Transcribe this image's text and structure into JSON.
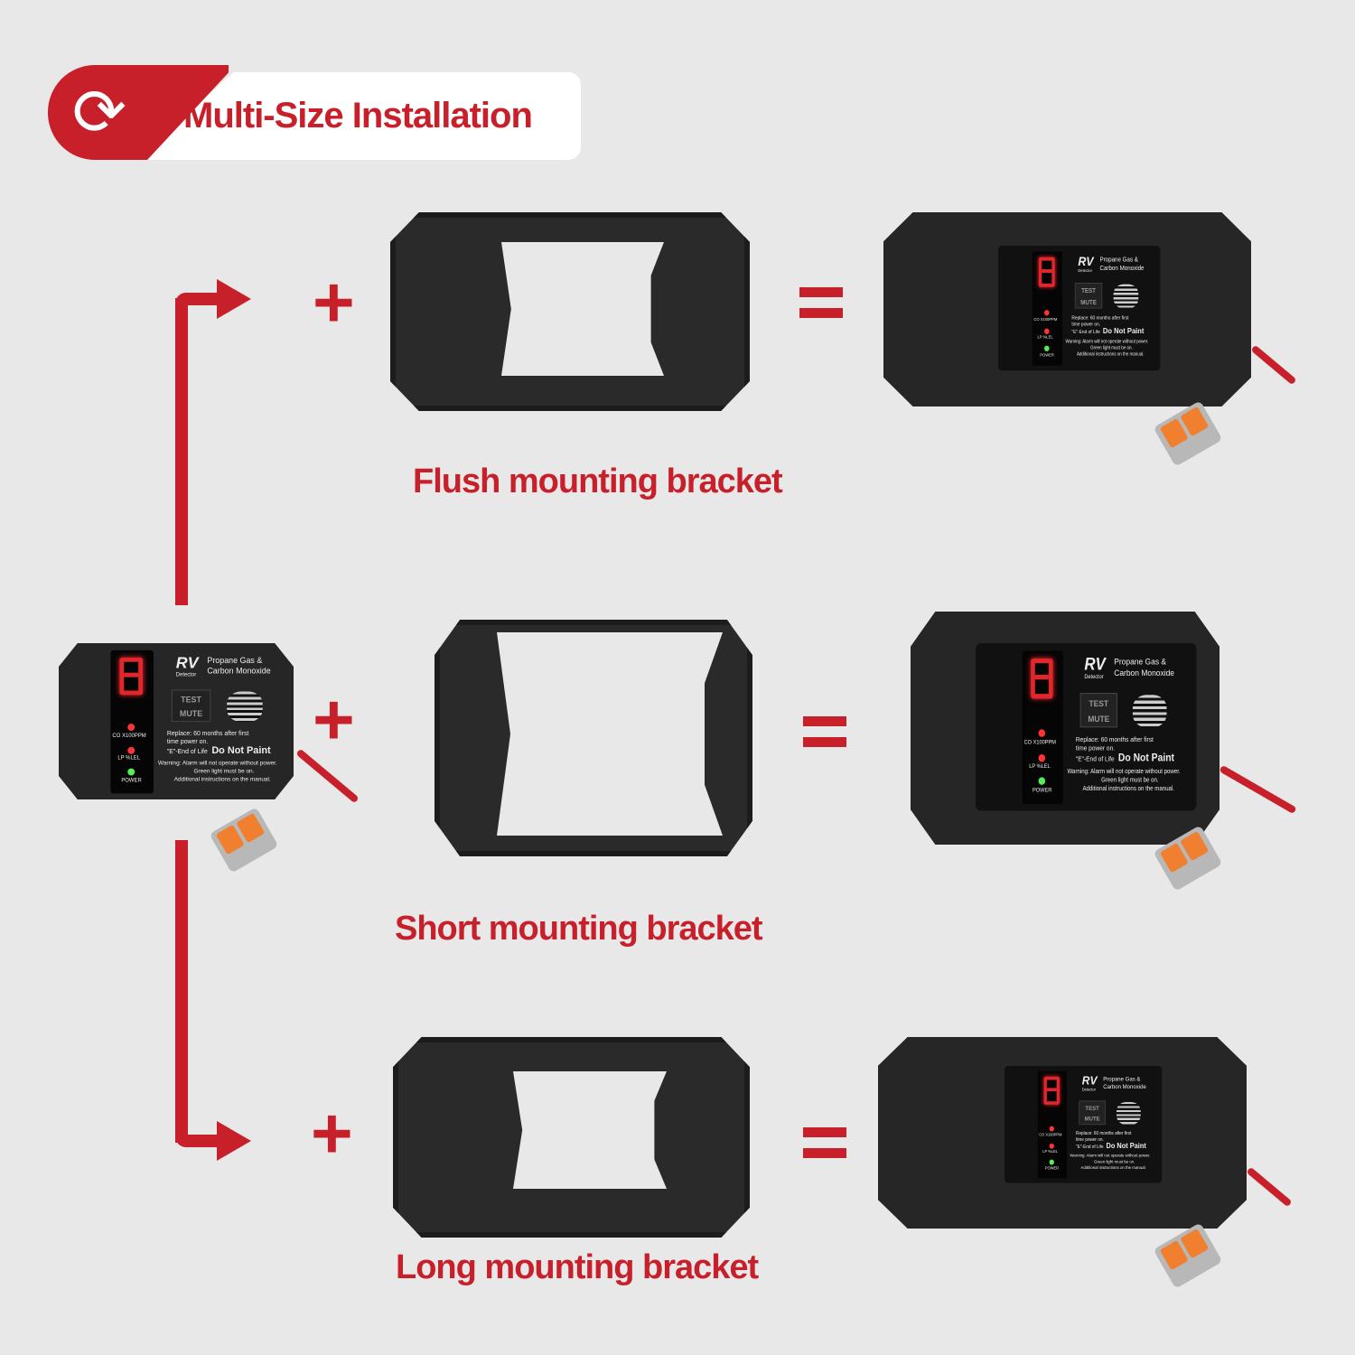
{
  "header": {
    "title": "Multi-Size Installation",
    "icon": "sync-icon"
  },
  "rows": [
    {
      "label": "Flush mounting bracket"
    },
    {
      "label": "Short mounting bracket"
    },
    {
      "label": "Long mounting bracket"
    }
  ],
  "operators": {
    "plus": "+",
    "equals": "="
  },
  "detector": {
    "logo": "RV",
    "logo_sub": "Detector",
    "title_line1": "Propane Gas &",
    "title_line2": "Carbon Monoxide",
    "digit": "8",
    "button_line1": "TEST",
    "button_line2": "MUTE",
    "co_label": "CO  X100PPM",
    "lp_label": "LP  %LEL",
    "power_label": "POWER",
    "replace_line1": "Replace:  60 months after first",
    "replace_line2": "time power on.",
    "eol": "\"E\"-End of Life",
    "do_not_paint": "Do Not Paint",
    "warning_line1": "Warning:  Alarm will not operate without power.",
    "warning_line2": "Green light must be on.",
    "warning_line3": "Additional instructions on the manual."
  },
  "colors": {
    "accent": "#c8202a",
    "background": "#e8e8e8",
    "device": "#262626"
  }
}
